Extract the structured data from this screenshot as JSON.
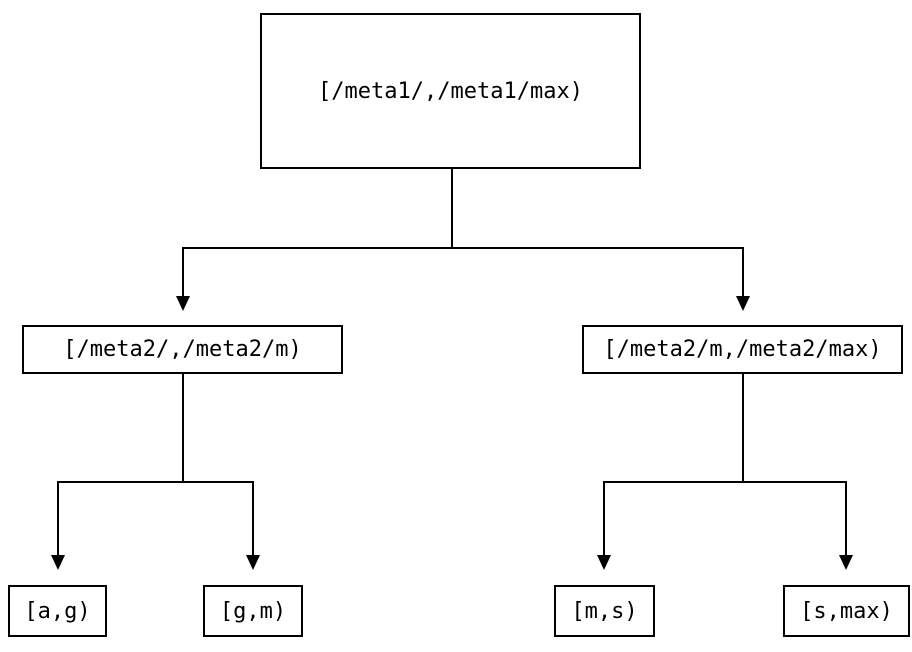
{
  "diagram": {
    "type": "binary-interval-tree",
    "colors": {
      "background": "#ffffff",
      "line": "#000000",
      "box_border": "#000000",
      "box_fill": "#ffffff",
      "text": "#000000"
    },
    "nodes": {
      "root": {
        "label": "[/meta1/,/meta1/max)"
      },
      "left": {
        "label": "[/meta2/,/meta2/m)"
      },
      "right": {
        "label": "[/meta2/m,/meta2/max)"
      },
      "leaf_ag": {
        "label": "[a,g)"
      },
      "leaf_gm": {
        "label": "[g,m)"
      },
      "leaf_ms": {
        "label": "[m,s)"
      },
      "leaf_smax": {
        "label": "[s,max)"
      }
    },
    "edges": [
      {
        "from": "root",
        "to": "left"
      },
      {
        "from": "root",
        "to": "right"
      },
      {
        "from": "left",
        "to": "leaf_ag"
      },
      {
        "from": "left",
        "to": "leaf_gm"
      },
      {
        "from": "right",
        "to": "leaf_ms"
      },
      {
        "from": "right",
        "to": "leaf_smax"
      }
    ]
  }
}
